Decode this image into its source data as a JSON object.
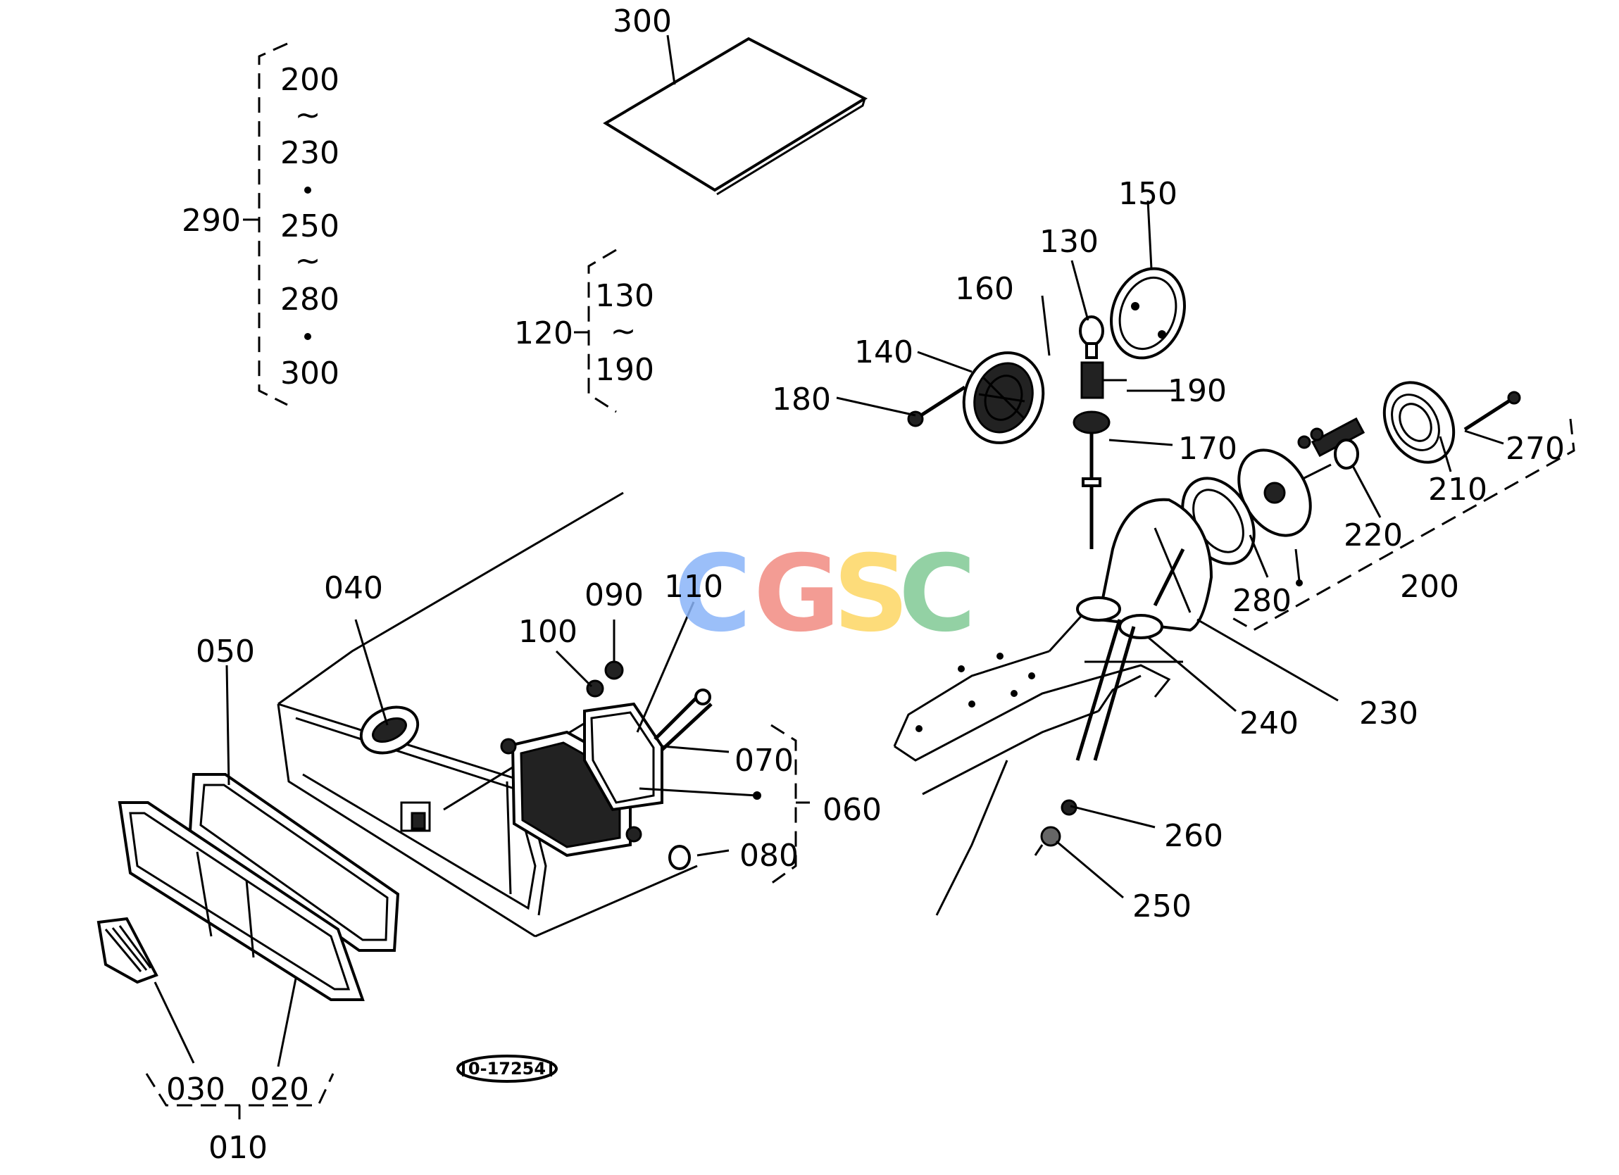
{
  "labels": {
    "p300_top": "300",
    "p290": "290",
    "g290_200": "200",
    "g290_230": "230",
    "g290_250": "250",
    "g290_280": "280",
    "g290_300": "300",
    "tilde": "~",
    "p120": "120",
    "g120_130": "130",
    "g120_190": "190",
    "p150": "150",
    "p130": "130",
    "p160": "160",
    "p140": "140",
    "p180": "180",
    "p190": "190",
    "p170": "170",
    "p270": "270",
    "p210": "210",
    "p220": "220",
    "p200": "200",
    "p280": "280",
    "p040": "040",
    "p090": "090",
    "p110": "110",
    "p100": "100",
    "p050": "050",
    "p070": "070",
    "p060": "060",
    "p080": "080",
    "p240": "240",
    "p230": "230",
    "p260": "260",
    "p250": "250",
    "p030": "030",
    "p020": "020",
    "p010": "010"
  },
  "stamp": "[0-17254]",
  "watermark": {
    "letters": [
      "C",
      "G",
      "S",
      "C"
    ],
    "colors": [
      "#8ab4f8",
      "#f28b82",
      "#fdd663",
      "#81c995"
    ]
  }
}
